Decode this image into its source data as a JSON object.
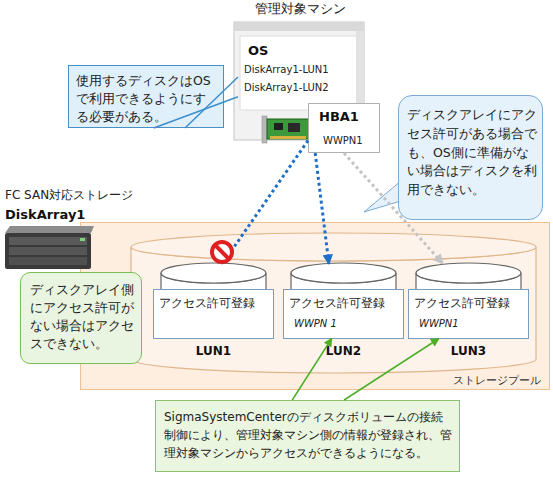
{
  "diagram": {
    "nodes": [
      {
        "text": [
          "管理対象マシン",
          "OS",
          "DiskArray1-LUN1",
          "DiskArray1-LUN2"
        ]
      },
      {
        "text": [
          "HBA1",
          "WWPN1"
        ]
      },
      {
        "text": [
          "使用するディスクはOSで利用できるようにする必要がある。"
        ]
      },
      {
        "text": [
          "ディスクアレイにアクセス許可がある場合でも、OS側に準備がない場合はディスクを利用できない。"
        ]
      },
      {
        "text": [
          "FC SAN対応ストレージ",
          "DiskArray1"
        ]
      },
      {
        "text": [
          "ストレージプール"
        ],
        "in": 4
      },
      {
        "text": [
          "LUN1"
        ],
        "in": 5
      },
      {
        "text": [
          "アクセス許可登録"
        ],
        "in": 6
      },
      {
        "text": [
          "LUN2"
        ],
        "in": 5
      },
      {
        "text": [
          "アクセス許可登録",
          "WWPN 1"
        ],
        "in": 8
      },
      {
        "text": [
          "LUN3"
        ],
        "in": 5
      },
      {
        "text": [
          "アクセス許可登録",
          "WWPN1"
        ],
        "in": 10
      },
      {
        "text": [
          "ディスクアレイ側にアクセス許可がない場合はアクセスできない。"
        ]
      },
      {
        "text": [
          "SigmaSystemCenterのディスクボリュームの接続制御により、管理対象マシン側の情報が登録され、管理対象マシンからアクセスができるようになる。"
        ]
      }
    ],
    "edges": [
      {
        "from": 2,
        "to": 0,
        "arrow": "none"
      },
      {
        "from": 2,
        "to": 0,
        "arrow": "none"
      },
      {
        "from": 1,
        "to": 6,
        "arrow": "to"
      },
      {
        "from": 1,
        "to": 8,
        "arrow": "to"
      },
      {
        "from": 1,
        "to": 10,
        "arrow": "to"
      },
      {
        "from": 13,
        "to": 9,
        "arrow": "to"
      },
      {
        "from": 13,
        "to": 11,
        "arrow": "to"
      }
    ]
  }
}
